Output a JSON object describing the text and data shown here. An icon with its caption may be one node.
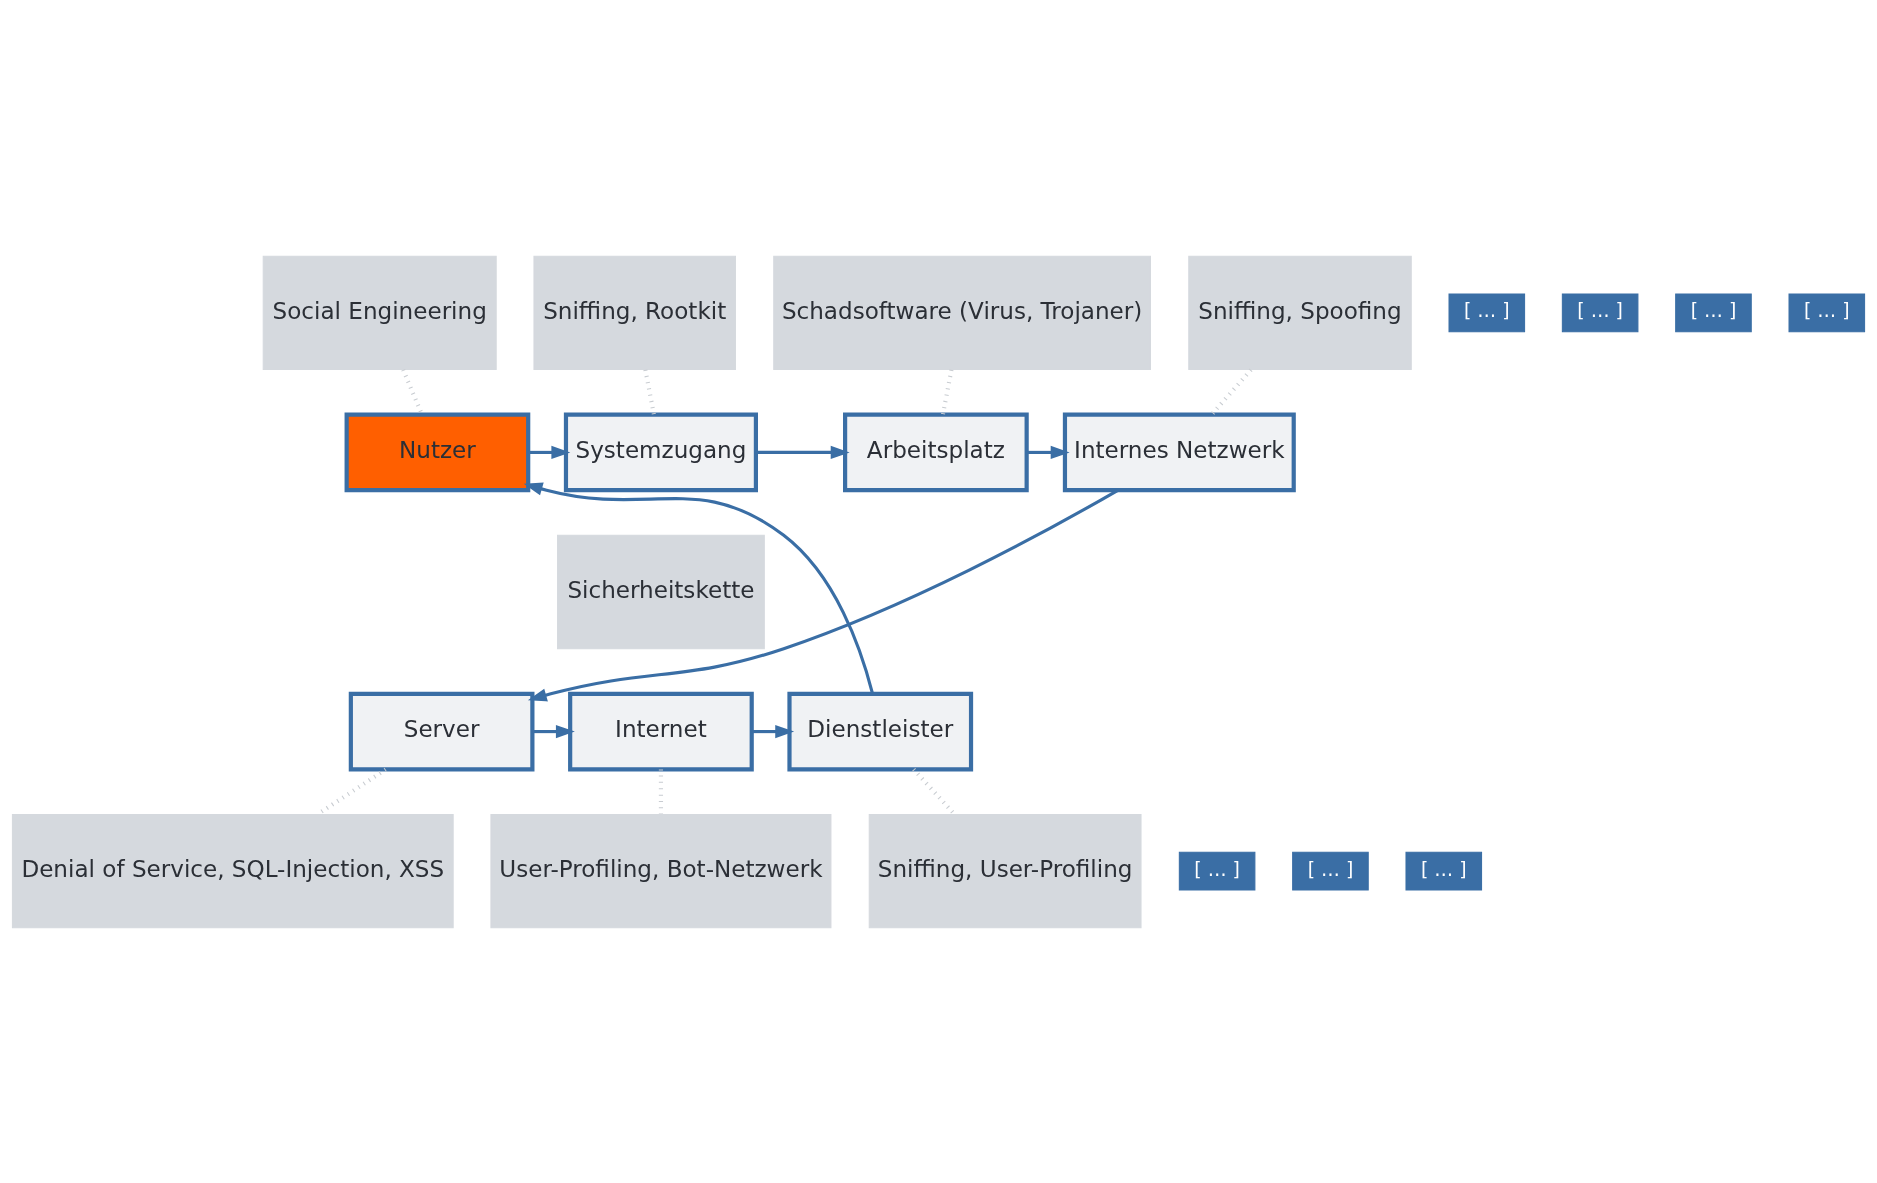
{
  "diagram": {
    "nodes": [
      {
        "text": [
          "Social Engineering"
        ]
      },
      {
        "text": [
          "[ … ]"
        ]
      },
      {
        "text": [
          "Sniffing, Rootkit"
        ]
      },
      {
        "text": [
          "[ … ]"
        ]
      },
      {
        "text": [
          "Schadsoftware (Virus, Trojaner)"
        ]
      },
      {
        "text": [
          "[ … ]"
        ]
      },
      {
        "text": [
          "Sniffing, Spoofing"
        ]
      },
      {
        "text": [
          "[ … ]"
        ]
      },
      {
        "text": [
          "Nutzer"
        ]
      },
      {
        "text": [
          "Systemzugang"
        ]
      },
      {
        "text": [
          "Arbeitsplatz"
        ]
      },
      {
        "text": [
          "Internes Netzwerk"
        ]
      },
      {
        "text": [
          "Sicherheitskette"
        ]
      },
      {
        "text": [
          "Dienstleister"
        ]
      },
      {
        "text": [
          "Internet"
        ]
      },
      {
        "text": [
          "Server"
        ]
      },
      {
        "text": [
          "Sniffing, User-Profiling"
        ]
      },
      {
        "text": [
          "[ … ]"
        ]
      },
      {
        "text": [
          "User-Profiling, Bot-Netzwerk"
        ]
      },
      {
        "text": [
          "[ … ]"
        ]
      },
      {
        "text": [
          "Denial of Service, SQL-Injection, XSS"
        ]
      },
      {
        "text": [
          "[ … ]"
        ]
      }
    ],
    "edges": [
      {
        "from": 8,
        "to": 9,
        "arrow": "to"
      },
      {
        "from": 9,
        "to": 10,
        "arrow": "to"
      },
      {
        "from": 10,
        "to": 11,
        "arrow": "to"
      },
      {
        "from": 11,
        "to": 15,
        "arrow": "to"
      },
      {
        "from": 15,
        "to": 14,
        "arrow": "to"
      },
      {
        "from": 14,
        "to": 13,
        "arrow": "to"
      },
      {
        "from": 13,
        "to": 8,
        "arrow": "to"
      },
      {
        "from": 0,
        "to": 8,
        "arrow": "none",
        "style": "dashed",
        "color": "#c8ccd1"
      },
      {
        "from": 2,
        "to": 9,
        "arrow": "none",
        "style": "dashed",
        "color": "#c8ccd1"
      },
      {
        "from": 4,
        "to": 10,
        "arrow": "none",
        "style": "dashed",
        "color": "#c8ccd1"
      },
      {
        "from": 6,
        "to": 11,
        "arrow": "none",
        "style": "dashed",
        "color": "#c8ccd1"
      },
      {
        "from": 13,
        "to": 16,
        "arrow": "none",
        "style": "dashed",
        "color": "#c8ccd1"
      },
      {
        "from": 14,
        "to": 18,
        "arrow": "none",
        "style": "dashed",
        "color": "#c8ccd1"
      },
      {
        "from": 15,
        "to": 20,
        "arrow": "none",
        "style": "dashed",
        "color": "#c8ccd1"
      }
    ]
  }
}
